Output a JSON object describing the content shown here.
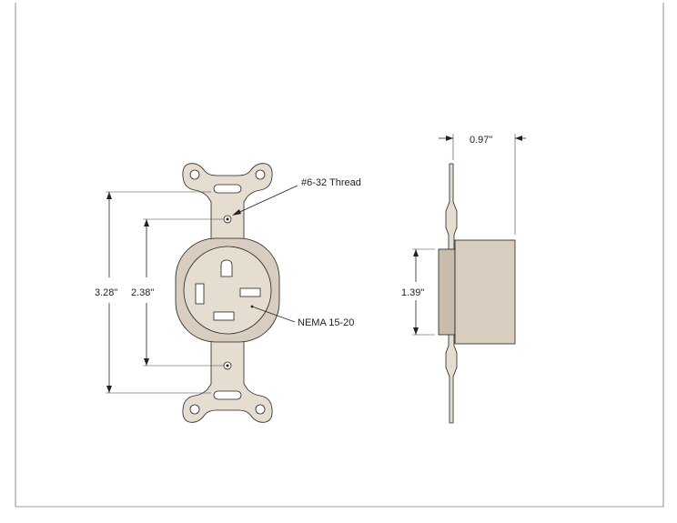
{
  "colors": {
    "line": "#222222",
    "body_fill": "#d9cdbf",
    "plate_fill": "#e6ddd1",
    "side_shade": "#c9bcad"
  },
  "front_view": {
    "dim_overall_height": "3.28\"",
    "dim_screw_spacing": "2.38\"",
    "callout_thread": "#6-32 Thread",
    "callout_type": "NEMA 15-20"
  },
  "side_view": {
    "dim_depth": "0.97\"",
    "dim_body_height": "1.39\""
  }
}
